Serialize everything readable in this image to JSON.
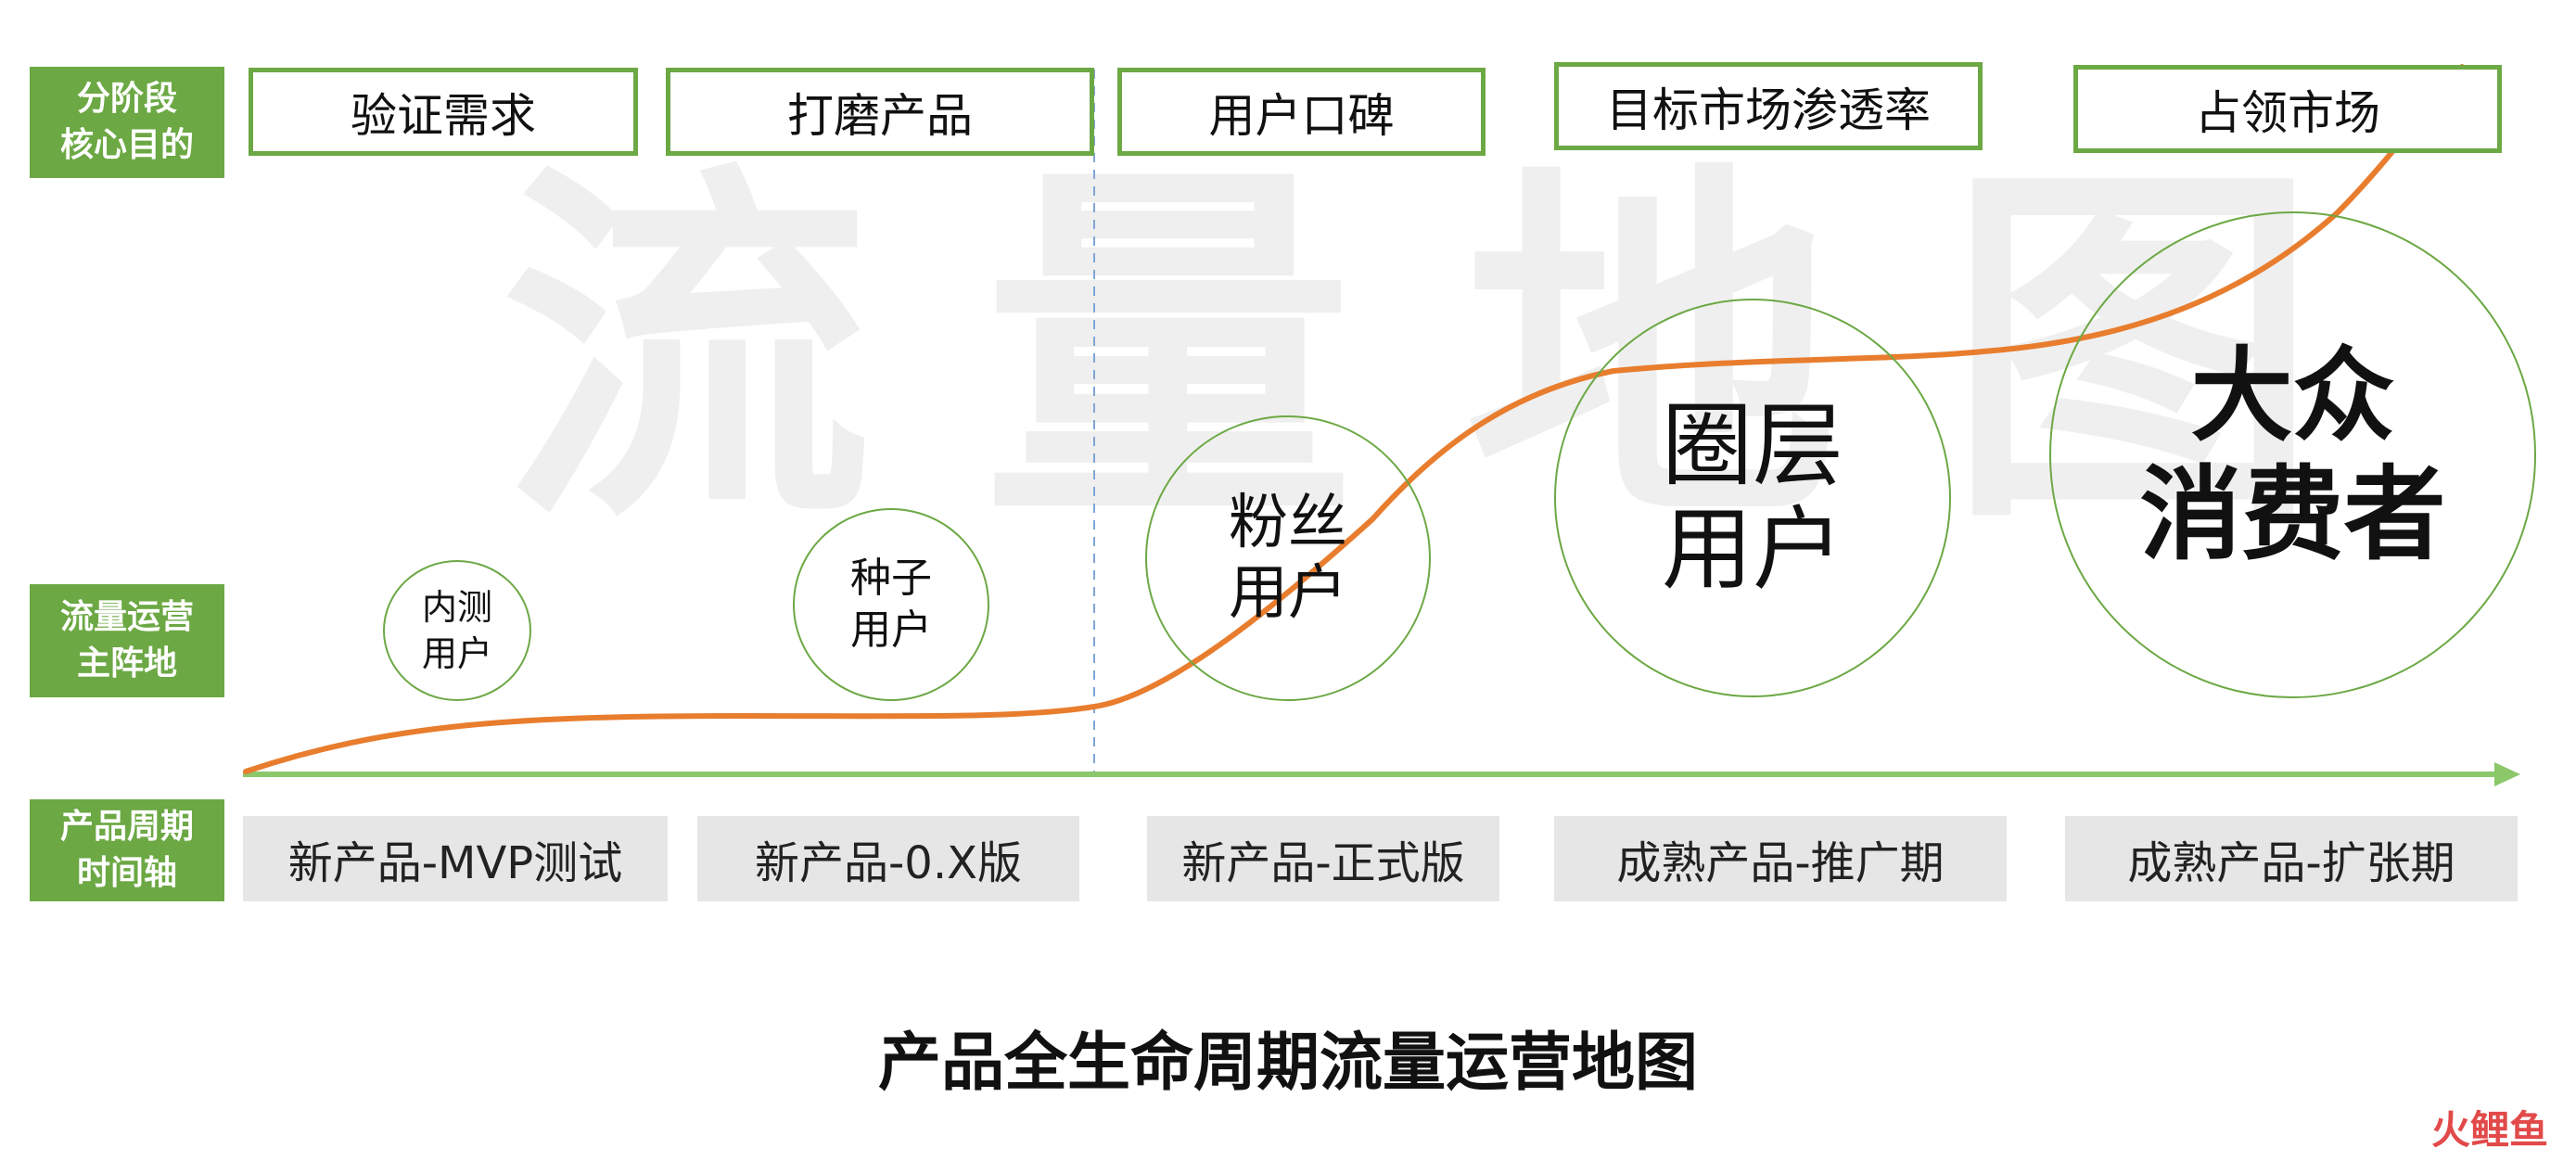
{
  "watermark": "流量地图",
  "side_labels": {
    "goals": "分阶段\n核心目的",
    "users": "流量运营\n主阵地",
    "timeline": "产品周期\n时间轴"
  },
  "goals": [
    "验证需求",
    "打磨产品",
    "用户口碑",
    "目标市场渗透率",
    "占领市场"
  ],
  "circles": [
    "内测\n用户",
    "种子\n用户",
    "粉丝\n用户",
    "圈层\n用户",
    "大众\n消费者"
  ],
  "phases": [
    "新产品-MVP测试",
    "新产品-0.X版",
    "新产品-正式版",
    "成熟产品-推广期",
    "成熟产品-扩张期"
  ],
  "title": "产品全生命周期流量运营地图",
  "logo": "火鲤鱼",
  "colors": {
    "green": "#6ca844",
    "curve": "#e87d2e",
    "arrow": "#8cc76a",
    "phase_bg": "#e6e6e6",
    "divider": "#7fa6d6"
  }
}
